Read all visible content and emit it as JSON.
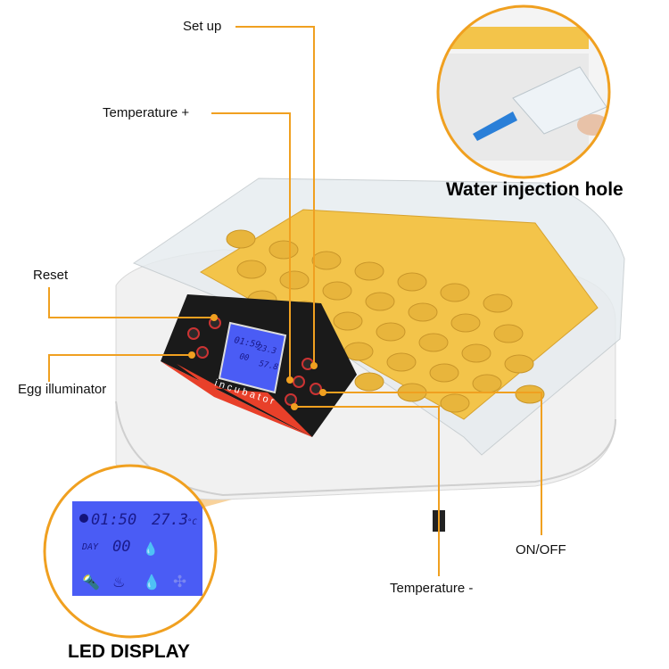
{
  "callouts": {
    "set_up": "Set up",
    "temperature_plus": "Temperature +",
    "reset": "Reset",
    "egg_illuminator": "Egg illuminator",
    "on_off": "ON/OFF",
    "temperature_minus": "Temperature -"
  },
  "insets": {
    "water_injection_hole": "Water injection hole",
    "led_display": "LED DISPLAY"
  },
  "panel": {
    "brand": "incubator",
    "lcd_time": "01:59",
    "lcd_temp": "23.3",
    "lcd_day": "00",
    "lcd_humidity": "57.8"
  },
  "led_display": {
    "time": "01:50",
    "temperature": "27.3",
    "temp_unit": "°C",
    "day_label": "DAY",
    "day": "00"
  },
  "colors": {
    "callout": "#f0a020",
    "tray": "#f3c44a",
    "lcd": "#4a5cf5",
    "panel": "#1a1a1a",
    "panel_accent": "#e8402a"
  }
}
